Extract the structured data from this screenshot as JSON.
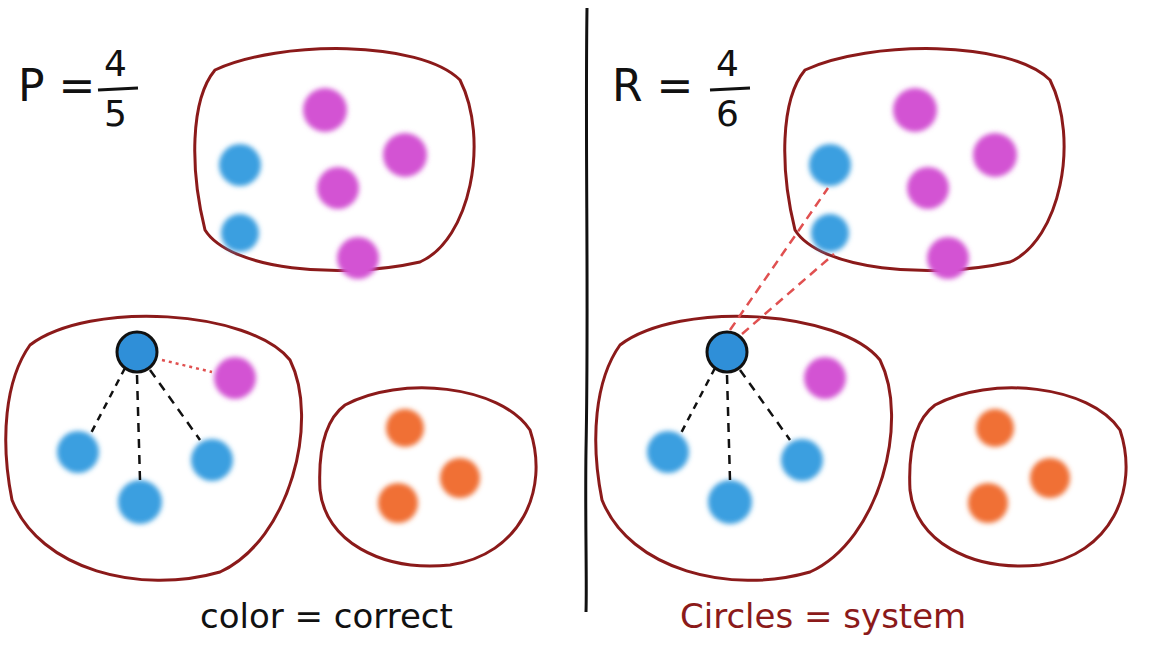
{
  "diagram": {
    "labels": [
      "P =",
      "4",
      "5",
      "R =",
      "4",
      "6",
      "color = correct",
      "Circles = system"
    ]
  }
}
